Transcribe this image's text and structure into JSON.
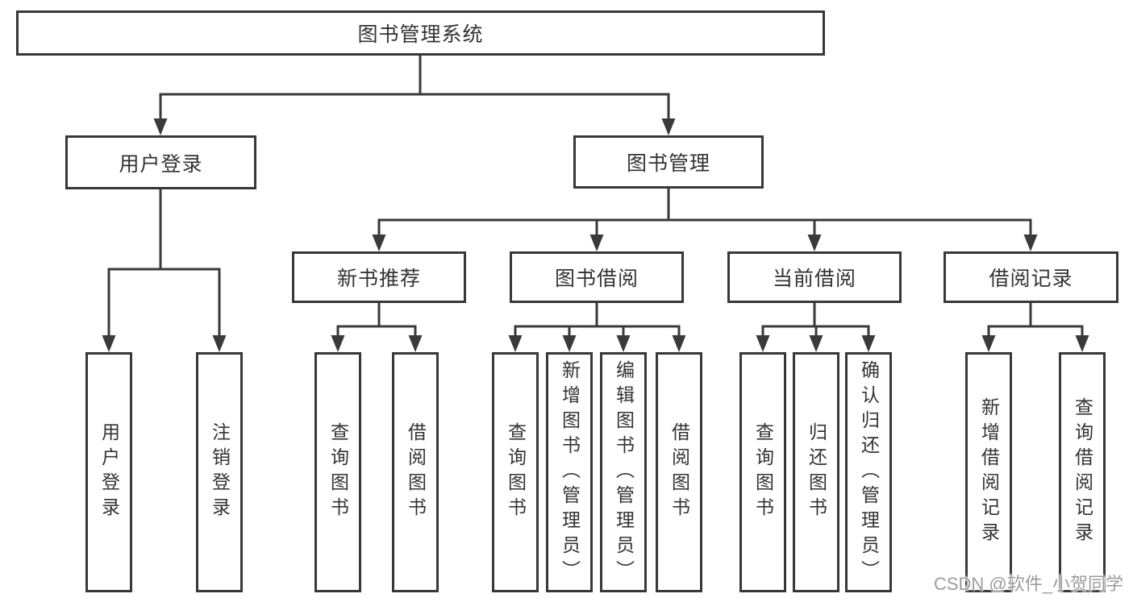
{
  "tree": {
    "title": "图书管理系统",
    "children": [
      {
        "label": "用户登录",
        "children": [
          {
            "label": "用户登录"
          },
          {
            "label": "注销登录"
          }
        ]
      },
      {
        "label": "图书管理",
        "children": [
          {
            "label": "新书推荐",
            "children": [
              {
                "label": "查询图书"
              },
              {
                "label": "借阅图书"
              }
            ]
          },
          {
            "label": "图书借阅",
            "children": [
              {
                "label": "查询图书"
              },
              {
                "label": "新增图书（管理员）"
              },
              {
                "label": "编辑图书（管理员）"
              },
              {
                "label": "借阅图书"
              }
            ]
          },
          {
            "label": "当前借阅",
            "children": [
              {
                "label": "查询图书"
              },
              {
                "label": "归还图书"
              },
              {
                "label": "确认归还（管理员）"
              }
            ]
          },
          {
            "label": "借阅记录",
            "children": [
              {
                "label": "新增借阅记录"
              },
              {
                "label": "查询借阅记录"
              }
            ]
          }
        ]
      }
    ]
  },
  "watermark": "CSDN @软件_小贺同学",
  "colors": {
    "line": "#3a3a3a",
    "border": "#383838",
    "text": "#333333",
    "watermark": "#9c9c9c",
    "background": "#ffffff"
  }
}
